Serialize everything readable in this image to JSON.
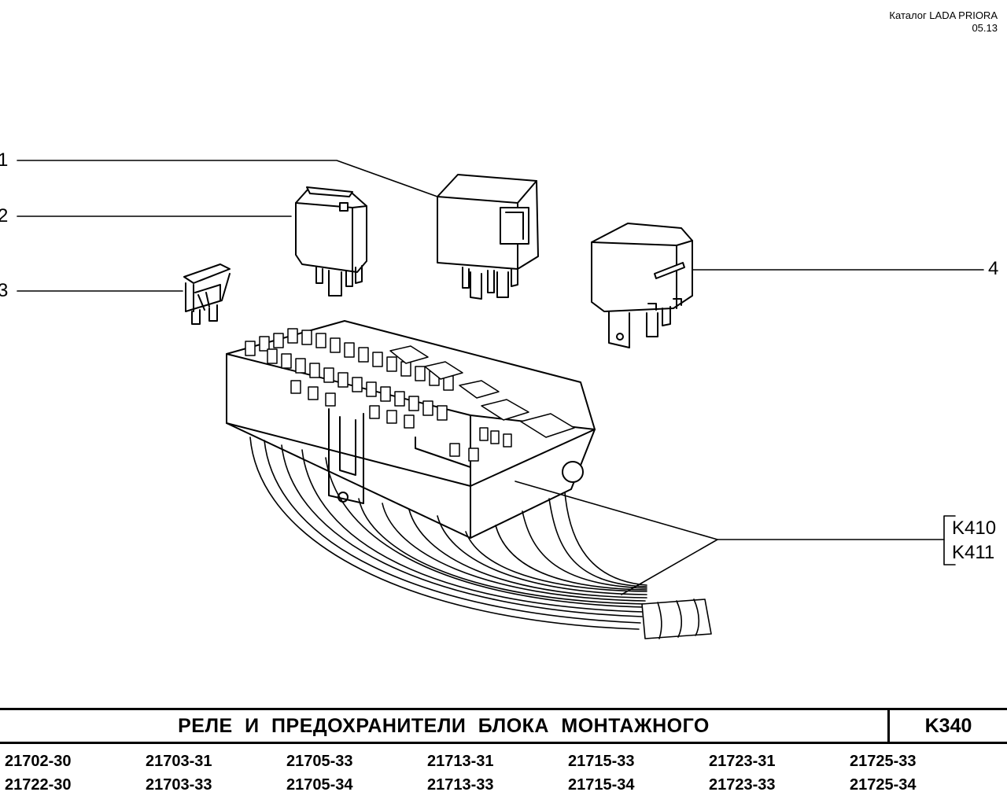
{
  "header": {
    "catalog": "Каталог  LADA  PRIORA",
    "date": "05.13"
  },
  "callouts": [
    "1",
    "2",
    "3",
    "4"
  ],
  "kcodes": [
    "K410",
    "K411"
  ],
  "title": {
    "text": "РЕЛЕ  И  ПРЕДОХРАНИТЕЛИ  БЛОКА  МОНТАЖНОГО",
    "code": "K340"
  },
  "models": {
    "row1": [
      "21702-30",
      "21703-31",
      "21705-33",
      "21713-31",
      "21715-33",
      "21723-31",
      "21725-33"
    ],
    "row2": [
      "21722-30",
      "21703-33",
      "21705-34",
      "21713-33",
      "21715-34",
      "21723-33",
      "21725-34"
    ]
  }
}
